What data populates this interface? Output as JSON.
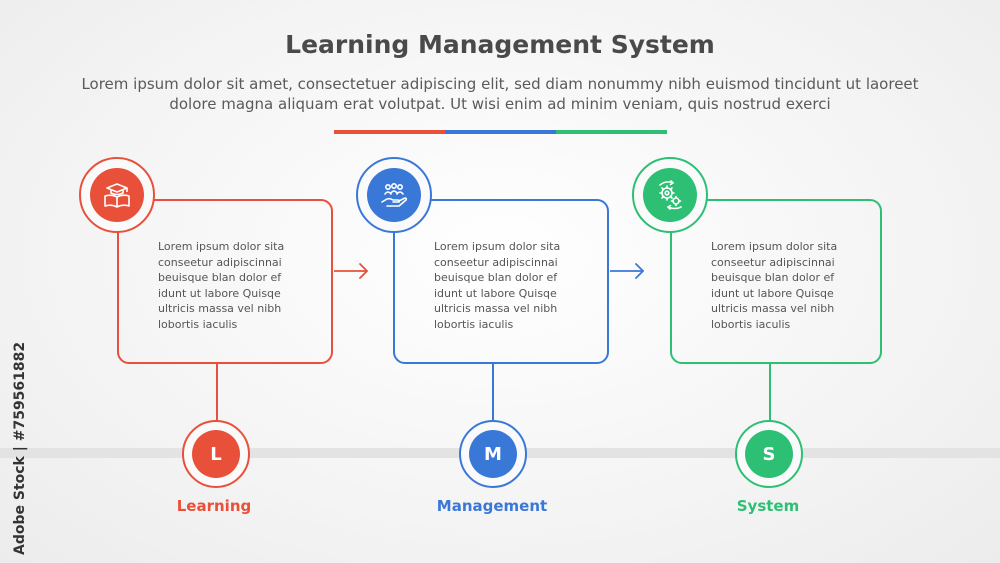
{
  "header": {
    "title": "Learning Management System",
    "subtitle": "Lorem ipsum dolor sit amet, consectetuer adipiscing elit, sed diam nonummy nibh euismod tincidunt ut laoreet dolore magna aliquam erat volutpat. Ut wisi enim ad minim veniam, quis nostrud exerci"
  },
  "colors": {
    "red": "#e8503a",
    "blue": "#3a78d8",
    "green": "#2dbf74",
    "gray_line": "#e3e3e3"
  },
  "steps": [
    {
      "letter": "L",
      "label": "Learning",
      "icon": "book-graduation-cap-icon",
      "text": "Lorem ipsum dolor sita\nconseetur adipiscinnai\nbeuisque blan dolor ef\nidunt ut labore Quisqe\nultricis massa vel nibh\nlobortis iaculis"
    },
    {
      "letter": "M",
      "label": "Management",
      "icon": "people-on-hand-icon",
      "text": "Lorem ipsum dolor sita\nconseetur adipiscinnai\nbeuisque blan dolor ef\nidunt ut labore Quisqe\nultricis massa vel nibh\nlobortis iaculis"
    },
    {
      "letter": "S",
      "label": "System",
      "icon": "gears-cycle-icon",
      "text": "Lorem ipsum dolor sita\nconseetur adipiscinnai\nbeuisque blan dolor ef\nidunt ut labore Quisqe\nultricis massa vel nibh\nlobortis iaculis"
    }
  ],
  "watermark": "Adobe Stock | #759561882"
}
